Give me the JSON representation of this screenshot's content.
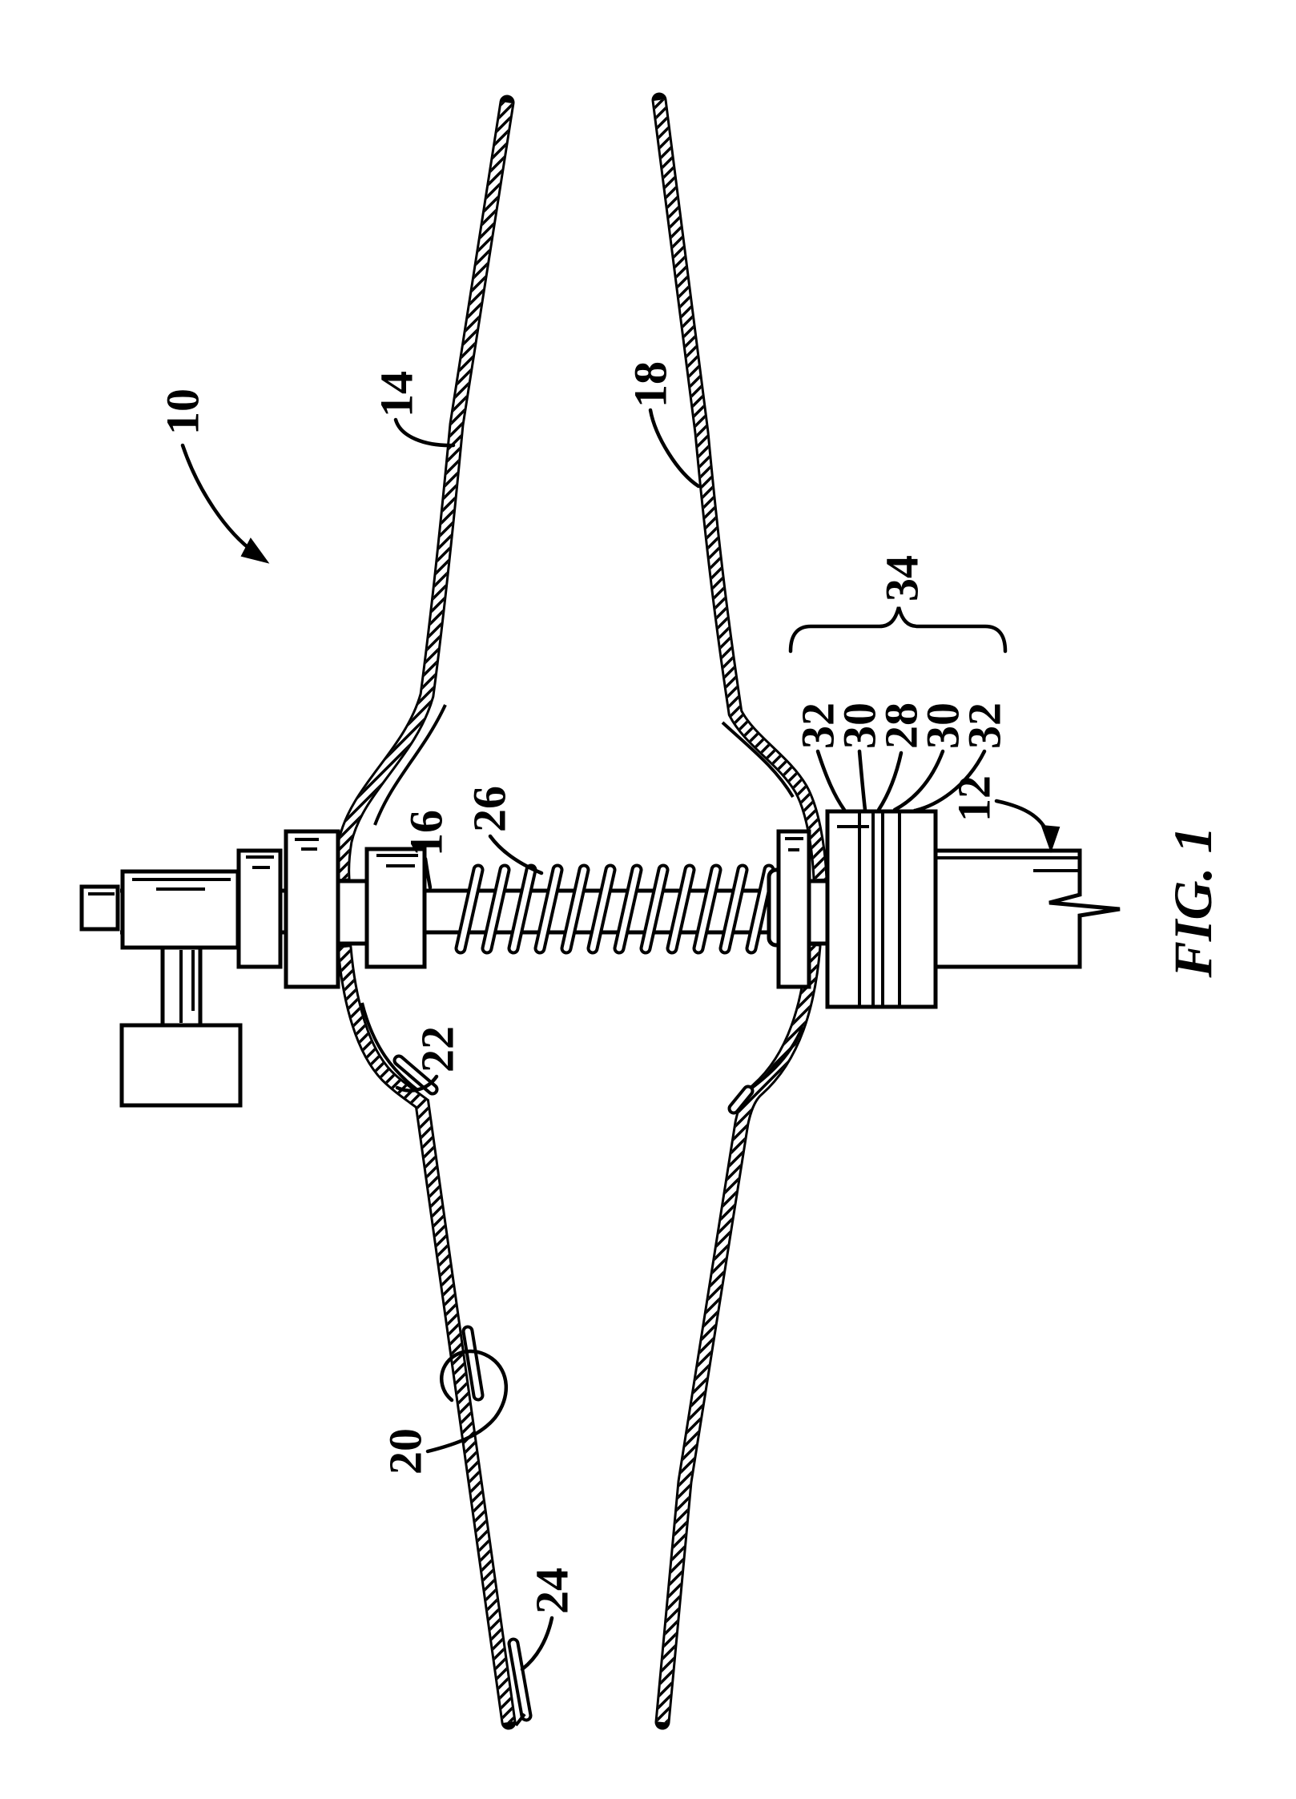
{
  "colors": {
    "line_color": "#000000",
    "background": "#ffffff"
  },
  "figure": {
    "caption": "FIG. 1"
  },
  "labels": {
    "n10": "10",
    "n14": "14",
    "n18": "18",
    "n16": "16",
    "n26": "26",
    "n22": "22",
    "n20": "20",
    "n24": "24",
    "n12": "12",
    "n34": "34",
    "n32a": "32",
    "n30a": "30",
    "n28": "28",
    "n30b": "30",
    "n32b": "32"
  }
}
